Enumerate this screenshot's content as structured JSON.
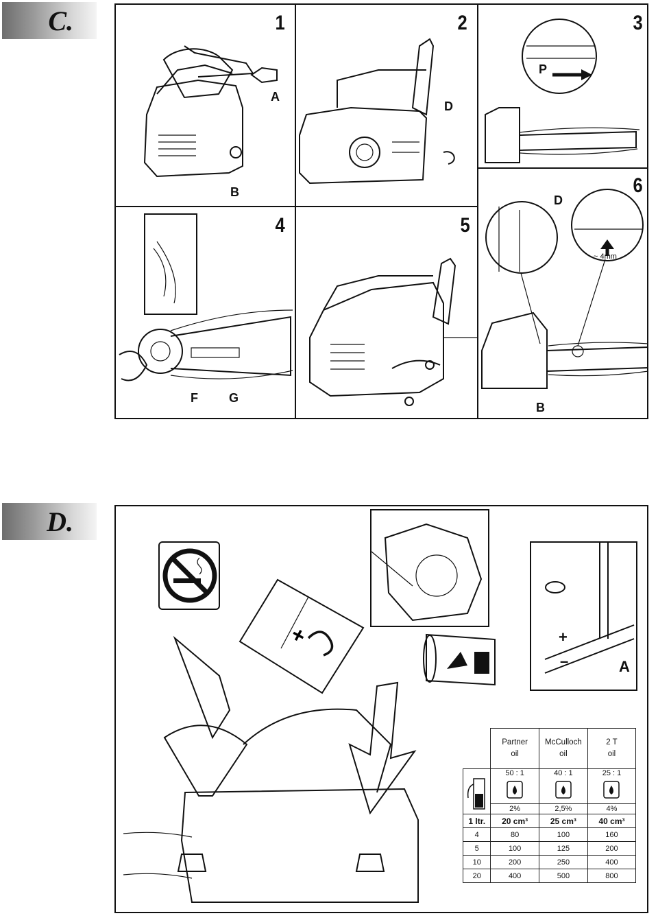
{
  "section_c": {
    "tab": "C.",
    "panels": [
      {
        "num": "1",
        "labels": [
          "A",
          "B"
        ]
      },
      {
        "num": "2",
        "labels": [
          "D"
        ]
      },
      {
        "num": "3",
        "labels": [
          "P"
        ]
      },
      {
        "num": "4",
        "labels": [
          "F",
          "G"
        ]
      },
      {
        "num": "5",
        "labels": []
      },
      {
        "num": "6",
        "labels": [
          "D",
          "~ 4mm",
          "B"
        ]
      }
    ]
  },
  "section_d": {
    "tab": "D.",
    "adjust_labels": {
      "plus": "+",
      "minus": "–",
      "screw": "A"
    },
    "icons": [
      "no-smoking-icon",
      "fuel-can-mix-icon",
      "chain-oil-can-icon",
      "oil-pump-adjustment-icon",
      "refuel-arrows-icon"
    ],
    "oil_table": {
      "brands": [
        {
          "name": "Partner",
          "sub": "oil"
        },
        {
          "name": "McCulloch",
          "sub": "oil"
        },
        {
          "name": "2 T",
          "sub": "oil"
        }
      ],
      "ratios": [
        "50 : 1",
        "40 : 1",
        "25 : 1"
      ],
      "percents": [
        "2%",
        "2,5%",
        "4%"
      ],
      "base_row": {
        "label": "1 ltr.",
        "values": [
          "20 cm³",
          "25 cm³",
          "40 cm³"
        ]
      },
      "rows": [
        {
          "liters": "4",
          "values": [
            "80",
            "100",
            "160"
          ]
        },
        {
          "liters": "5",
          "values": [
            "100",
            "125",
            "200"
          ]
        },
        {
          "liters": "10",
          "values": [
            "200",
            "250",
            "400"
          ]
        },
        {
          "liters": "20",
          "values": [
            "400",
            "500",
            "800"
          ]
        }
      ]
    }
  }
}
